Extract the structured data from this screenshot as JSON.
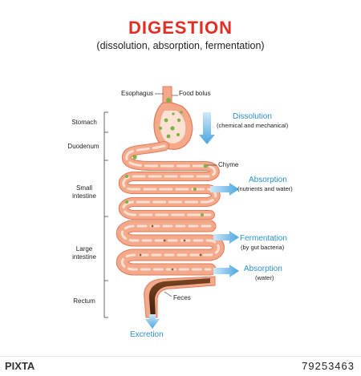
{
  "header": {
    "title": "DIGESTION",
    "subtitle": "(dissolution, absorption, fermentation)"
  },
  "labels": {
    "esophagus": "Esophagus",
    "food_bolus": "Food bolus",
    "chyme": "Chyme",
    "feces": "Feces"
  },
  "sections": {
    "stomach": "Stomach",
    "duodenum": "Duodenum",
    "small_intestine_1": "Small",
    "small_intestine_2": "intestine",
    "large_intestine_1": "Large",
    "large_intestine_2": "intestine",
    "rectum": "Rectum"
  },
  "processes": {
    "dissolution": {
      "title": "Dissolution",
      "detail": "(chemical and mechanical)"
    },
    "absorption_1": {
      "title": "Absorption",
      "detail": "(nutrients and water)"
    },
    "fermentation": {
      "title": "Fermentation",
      "detail": "(by gut bacteria)"
    },
    "absorption_2": {
      "title": "Absorption",
      "detail": "(water)"
    },
    "excretion": {
      "title": "Excretion"
    }
  },
  "footer": {
    "brand": "PIXTA",
    "image_id": "79253463"
  },
  "colors": {
    "title": "#e32d25",
    "process_blue": "#2b8fd0",
    "tract_fill": "#f3a98a",
    "tract_light": "#fbe1d3",
    "food_green": "#7cb342",
    "feces_brown": "#6d3b1e"
  }
}
